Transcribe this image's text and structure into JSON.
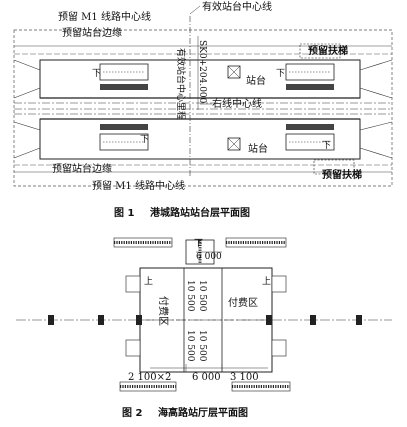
{
  "figure1": {
    "caption_num": "图 1",
    "caption_text": "港城路站站台层平面图",
    "labels": {
      "effective_center": "有效站台中心线",
      "m1_top": "预留 M1 线路中心线",
      "edge_top": "预留站台边缘",
      "escalator_top": "预留扶梯",
      "platform_top": "站台",
      "right_line": "右线中心线",
      "platform_bottom": "站台",
      "edge_bottom": "预留站台边缘",
      "m1_bottom": "预留 M1 线路中心线",
      "escalator_bottom": "预留扶梯",
      "vertical_mileage": "有效站台中心里程",
      "vertical_value": "SK0+204.000",
      "arrow_top_left": "下",
      "arrow_top_right": "下",
      "arrow_bottom_left": "下",
      "arrow_bottom_right": "下"
    }
  },
  "figure2": {
    "caption_num": "图 2",
    "caption_text": "海高路站厅层平面图",
    "labels": {
      "paid_left": "付费区",
      "paid_right": "付费区",
      "dim_6000_top": "6 000",
      "dim_10500_a": "10 500",
      "dim_10500_b": "10 500",
      "dim_10500_c": "10 500",
      "dim_10500_d": "10 500",
      "dim_bottom_left": "2 100×2",
      "dim_bottom_mid": "6 000",
      "dim_bottom_right": "3 100",
      "arrow_top": "下",
      "arrow_left": "上",
      "arrow_right": "上"
    }
  }
}
